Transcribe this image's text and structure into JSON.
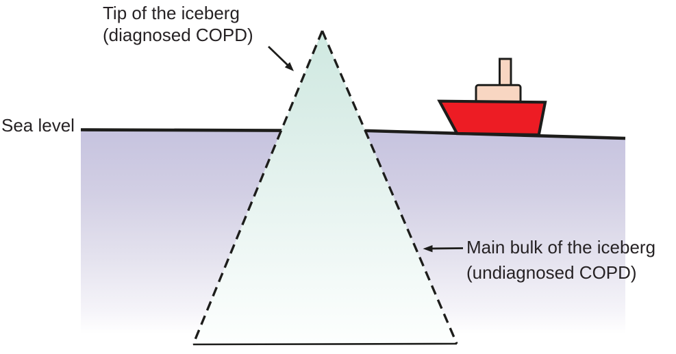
{
  "diagram": {
    "labels": {
      "tip": {
        "line1": "Tip of the iceberg",
        "line2": "(diagnosed COPD)"
      },
      "sea_level": "Sea level",
      "bulk": {
        "line1": "Main bulk of the iceberg",
        "line2": "(undiagnosed COPD)"
      }
    },
    "colors": {
      "outline": "#1d1d1b",
      "text": "#262224",
      "water_top": "#c6c3df",
      "water_upper": "#d2cfe4",
      "water_mid": "#e4e2ee",
      "water_lower": "#f5f4f9",
      "water_bottom": "#ffffff",
      "iceberg_top": "#cfe9e1",
      "iceberg_upper": "#d8ece6",
      "iceberg_mid": "#eaf5f2",
      "iceberg_bottom": "#fdfffe",
      "boat_hull_red": "#ed1c24",
      "boat_cabin_peach": "#f8d6c2"
    }
  }
}
